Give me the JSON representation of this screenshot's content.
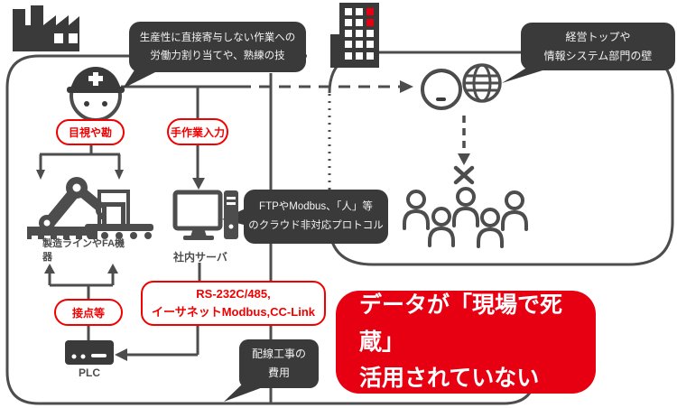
{
  "callouts": {
    "productivity": {
      "line1": "生産性に直接寄与しない作業への",
      "line2": "労働力割り当てや、熟練の技"
    },
    "management": {
      "line1": "経営トップや",
      "line2": "情報システム部門の壁"
    },
    "protocol": {
      "line1": "FTPやModbus、「人」等",
      "line2": "のクラウド非対応プロトコル"
    },
    "wiring": {
      "line1": "配線工事の",
      "line2": "費用"
    }
  },
  "pills": {
    "visual": "目視や勘",
    "manual": "手作業入力",
    "contact": "接点等"
  },
  "protocol_box": {
    "line1": "RS-232C/485,",
    "line2": "イーサネットModbus,CC-Link"
  },
  "conclusion": {
    "line1": "データが「現場で死蔵」",
    "line2": "活用されていない"
  },
  "labels": {
    "fa_equipment": "製造ラインやFA機器",
    "server": "社内サーバ",
    "plc": "PLC"
  },
  "icons": {
    "factory": "factory-icon",
    "office_building": "office-building-icon",
    "worker": "worker-face-icon",
    "robot_arm": "robot-arm-icon",
    "conveyor": "conveyor-icon",
    "server_pc": "desktop-computer-icon",
    "plc_device": "plc-device-icon",
    "office_person": "office-person-icon",
    "globe": "globe-icon",
    "people_group": "people-group-icon",
    "blocked": "blocked-x-icon"
  },
  "colors": {
    "accent_red": "#e60012",
    "pill_red": "#f00000",
    "dark_box": "#3a3a3a",
    "line_gray": "#4d4d4d",
    "text_light": "#f2f2f2"
  }
}
